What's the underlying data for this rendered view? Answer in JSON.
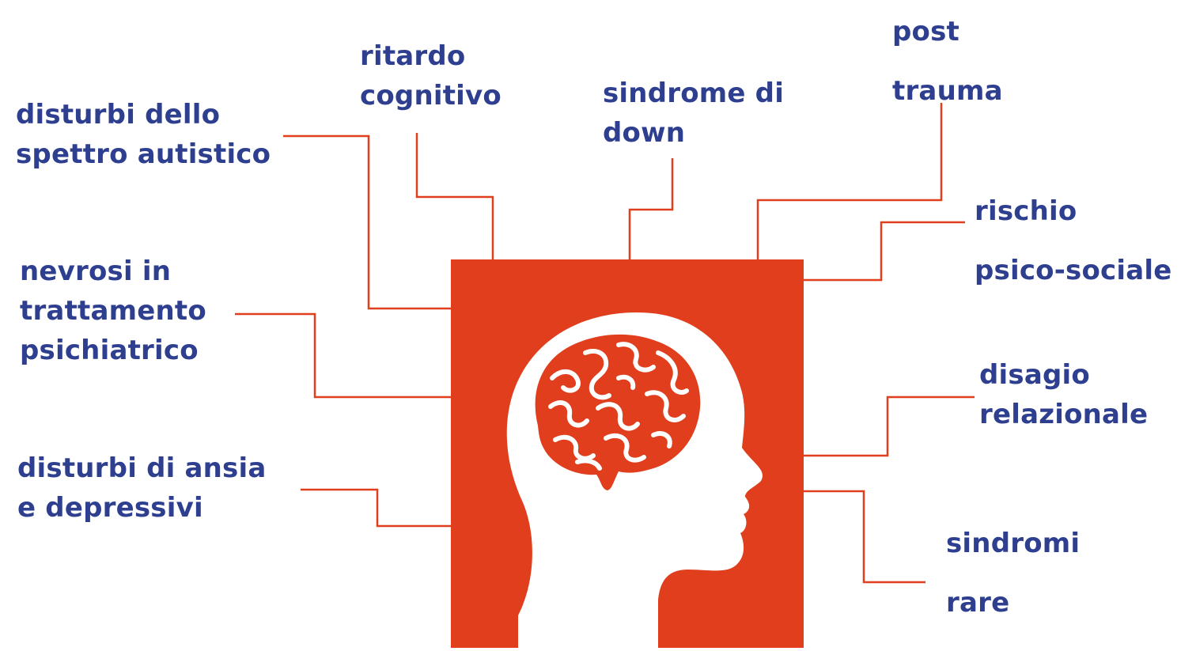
{
  "colors": {
    "accent": "#e03e1c",
    "text": "#2e3f8f",
    "background": "#ffffff",
    "head": "#ffffff"
  },
  "center": {
    "icon": "head-with-brain-icon"
  },
  "labels": [
    {
      "id": "autism",
      "lines": [
        "disturbi dello",
        "spettro autistico"
      ]
    },
    {
      "id": "cognitive",
      "lines": [
        "ritardo",
        "cognitivo"
      ]
    },
    {
      "id": "down",
      "lines": [
        "sindrome di",
        "down"
      ]
    },
    {
      "id": "trauma",
      "lines": [
        "post",
        "trauma"
      ]
    },
    {
      "id": "psychosocial",
      "lines": [
        "rischio",
        "psico-sociale"
      ]
    },
    {
      "id": "neurosis",
      "lines": [
        "nevrosi in",
        "trattamento",
        "psichiatrico"
      ]
    },
    {
      "id": "relational",
      "lines": [
        "disagio",
        "relazionale"
      ]
    },
    {
      "id": "anxiety",
      "lines": [
        "disturbi di ansia",
        "e depressivi"
      ]
    },
    {
      "id": "rare",
      "lines": [
        "sindromi",
        "rare"
      ]
    }
  ]
}
